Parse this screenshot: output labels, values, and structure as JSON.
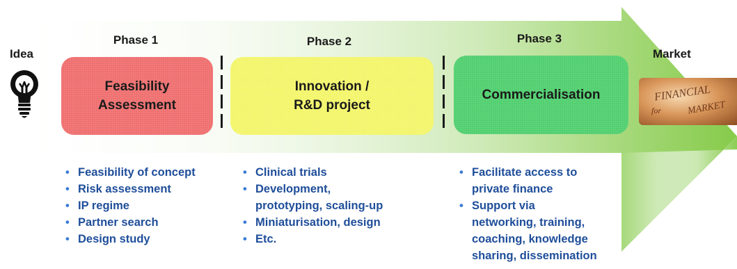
{
  "idea": {
    "label": "Idea",
    "icon": "lightbulb-icon"
  },
  "market": {
    "label": "Market",
    "image_text": [
      "FINANCIAL",
      "for",
      "MARKET"
    ]
  },
  "phases": [
    {
      "title": "Phase 1",
      "box_lines": [
        "Feasibility",
        "Assessment"
      ],
      "box_color": "#ef6f6f",
      "bullets": [
        "Feasibility of concept",
        "Risk assessment",
        "IP regime",
        "Partner search",
        "Design study"
      ]
    },
    {
      "title": "Phase 2",
      "box_lines": [
        "Innovation /",
        "R&D project"
      ],
      "box_color": "#f3f569",
      "bullets": [
        "Clinical trials",
        "Development,",
        "prototyping, scaling-up",
        "Miniaturisation, design",
        "Etc."
      ]
    },
    {
      "title": "Phase 3",
      "box_lines": [
        "Commercialisation"
      ],
      "box_color": "#4fcf6e",
      "bullets": [
        "Facilitate access to",
        "private finance",
        "Support via",
        "networking, training,",
        "coaching, knowledge",
        "sharing, dissemination"
      ]
    }
  ],
  "colors": {
    "arrow_start": "#ffffff",
    "arrow_end": "#8cce4f",
    "bullet_text": "#1f4e9a"
  }
}
